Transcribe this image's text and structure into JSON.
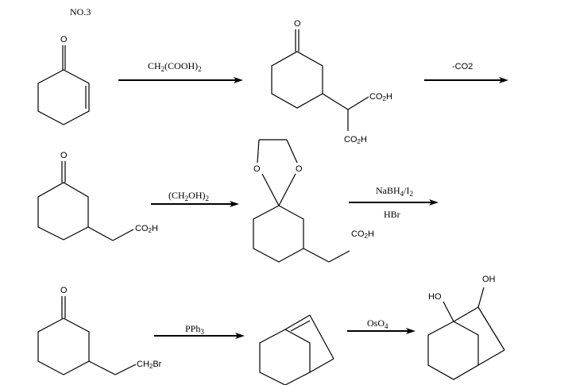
{
  "title": "NO.3",
  "atoms": {
    "o": "O",
    "co2h": "CO",
    "co2h_sub": "2",
    "co2h_h": "H",
    "ch2br_c": "CH",
    "ch2br_sub": "2",
    "ch2br_br": "Br",
    "ho": "HO",
    "oh": "OH"
  },
  "reagents": {
    "step1": {
      "main": "CH",
      "sub1": "2",
      "mid": "(COOH)",
      "sub2": "2"
    },
    "step2": {
      "main": "-CO2"
    },
    "step3": {
      "main": "(CH",
      "sub1": "2",
      "mid": "OH)",
      "sub2": "2"
    },
    "step4": {
      "main": "NaBH",
      "sub1": "4",
      "mid": "/I",
      "sub2": "2",
      "below": "HBr"
    },
    "step5": {
      "main": "PPh",
      "sub1": "3"
    },
    "step6": {
      "main": "OsO",
      "sub1": "4"
    }
  },
  "molecules": [
    {
      "name": "cyclohex-2-enone"
    },
    {
      "name": "3-oxocyclohexyl-malonic acid"
    },
    {
      "name": "3-oxocyclohexyl-acetic acid"
    },
    {
      "name": "ketal-protected acid"
    },
    {
      "name": "3-(2-bromoethyl)cyclohexanone"
    },
    {
      "name": "bicyclic alkene"
    },
    {
      "name": "bicyclic diol"
    }
  ]
}
